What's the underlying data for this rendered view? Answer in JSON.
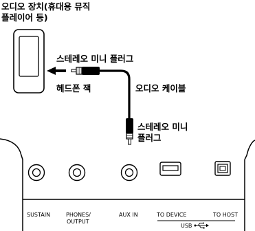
{
  "labels": {
    "audio_device_line1": "오디오 장치(휴대용 뮤직",
    "audio_device_line2": "플레이어 등)",
    "stereo_mini_plug_top": "스테레오 미니 플러그",
    "headphone_jack": "헤드폰 잭",
    "audio_cable": "오디오 케이블",
    "stereo_mini_plug_bottom_line1": "스테레오 미니",
    "stereo_mini_plug_bottom_line2": "플러그"
  },
  "panel": {
    "sustain": "SUSTAIN",
    "phones_line1": "PHONES/",
    "phones_line2": "OUTPUT",
    "aux_in": "AUX IN",
    "to_device": "TO DEVICE",
    "to_host": "TO HOST",
    "usb": "USB"
  },
  "icons": [
    "music-player-icon",
    "arrow-left-icon",
    "mini-plug-icon",
    "usb-symbol-icon"
  ]
}
